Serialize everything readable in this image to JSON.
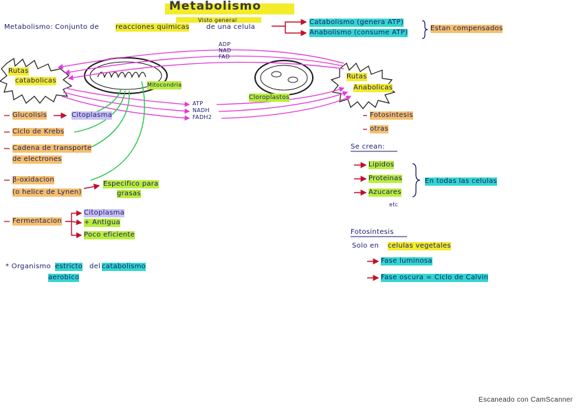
{
  "title": "Metabolismo",
  "subtitle": "Visto general",
  "definition": {
    "label": "Metabolismo:",
    "text_a": "Conjunto de",
    "text_b": "reacciones quimicas",
    "text_c": "de una celula"
  },
  "types": {
    "catabolismo": "Catabolismo (genera ATP)",
    "anabolismo": "Anabolismo (consume ATP)",
    "note": "Estan compensados"
  },
  "cofactors_top": [
    "ADP",
    "NAD",
    "FAD"
  ],
  "cofactors_bottom": [
    "ATP",
    "NADH",
    "FADH2"
  ],
  "rutas_catabolicas": [
    "Rutas",
    "catabolicas"
  ],
  "rutas_anabolicas": [
    "Rutas",
    "Anabolicas"
  ],
  "mitocondria_label": "Mitocondria",
  "cloroplasto_label": "Cloroplastos",
  "catabolic_list": {
    "glucolisis": "Glucolisis",
    "citoplasma": "Citoplasma",
    "krebs": "Ciclo de Krebs",
    "cadena_1": "Cadena de transporte",
    "cadena_2": "de electrones",
    "beta_1": "β-oxidacion",
    "beta_2": "(o helice de Lynen)",
    "especifico_1": "Especifico para",
    "especifico_2": "grasas",
    "fermentacion": "Fermentacion",
    "ferm_items": [
      "Citoplasma",
      "+ Antigua",
      "Poco eficiente"
    ]
  },
  "anabolic_list": {
    "fotosintesis": "Fotosintesis",
    "otras": "otras",
    "se_crean": "Se crean:",
    "items": [
      "Lipidos",
      "Proteinas",
      "Azucares",
      "etc"
    ],
    "en_todas": "En todas las celulas"
  },
  "organismo": {
    "a": "* Organismo",
    "b": "estricto",
    "c": "del",
    "d": "catabolismo",
    "e": "aerobico"
  },
  "fotosintesis_section": {
    "heading": "Fotosintesis",
    "solo": "Solo en",
    "celulas": "celulas vegetales",
    "fase_luminosa": "Fase luminosa",
    "fase_oscura": "Fase oscura = Ciclo de Calvin"
  },
  "footer": "Escaneado con CamScanner",
  "colors": {
    "magenta": "#e23ad6",
    "green": "#27c44a",
    "red": "#c0102a",
    "ink": "#1a1a6e"
  }
}
